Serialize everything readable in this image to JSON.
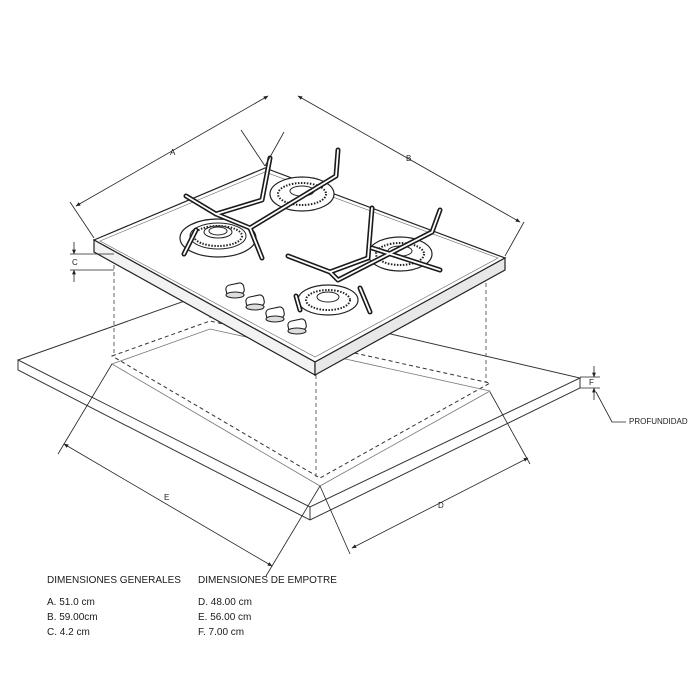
{
  "labels": {
    "a": "A",
    "b": "B",
    "c": "C",
    "d": "D",
    "e": "E",
    "f": "F",
    "profundidad": "PROFUNDIDAD"
  },
  "legend": {
    "general": {
      "title": "DIMENSIONES GENERALES",
      "items": [
        "A. 51.0 cm",
        "B. 59.00cm",
        "C. 4.2 cm"
      ]
    },
    "empotre": {
      "title": "DIMENSIONES DE EMPOTRE",
      "items": [
        "D. 48.00 cm",
        "E. 56.00 cm",
        "F. 7.00 cm"
      ]
    }
  }
}
